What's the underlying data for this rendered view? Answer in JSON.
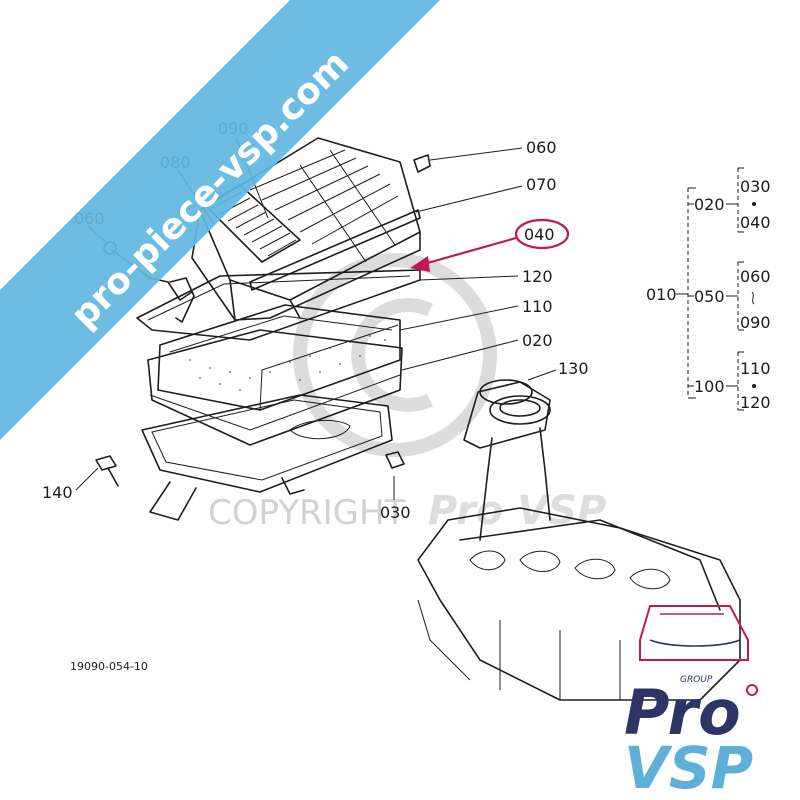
{
  "watermark": {
    "banner_text": "pro-piece-vsp.com",
    "copyright_text": "COPYRIGHT",
    "pro_vsp_text": "Pro VSP"
  },
  "diagram": {
    "reference_code": "19090-054-10",
    "highlight_color": "#c2185b",
    "callouts": {
      "c090": "090",
      "c080": "080",
      "c060_left": "060",
      "c060_top": "060",
      "c070": "070",
      "c040": "040",
      "c120": "120",
      "c110": "110",
      "c020": "020",
      "c130": "130",
      "c140": "140",
      "c030": "030"
    },
    "tree": {
      "root": "010",
      "g1": {
        "label": "020",
        "top": "030",
        "bottom": "040"
      },
      "g2": {
        "label": "050",
        "top": "060",
        "bottom": "090"
      },
      "g3": {
        "label": "100",
        "top": "110",
        "bottom": "120"
      }
    }
  },
  "logo": {
    "group": "GROUP",
    "pro": "Pro",
    "vsp": "VSP",
    "colors": {
      "navy": "#2c3566",
      "light_blue": "#5fb0d8",
      "accent": "#c2185b"
    }
  }
}
